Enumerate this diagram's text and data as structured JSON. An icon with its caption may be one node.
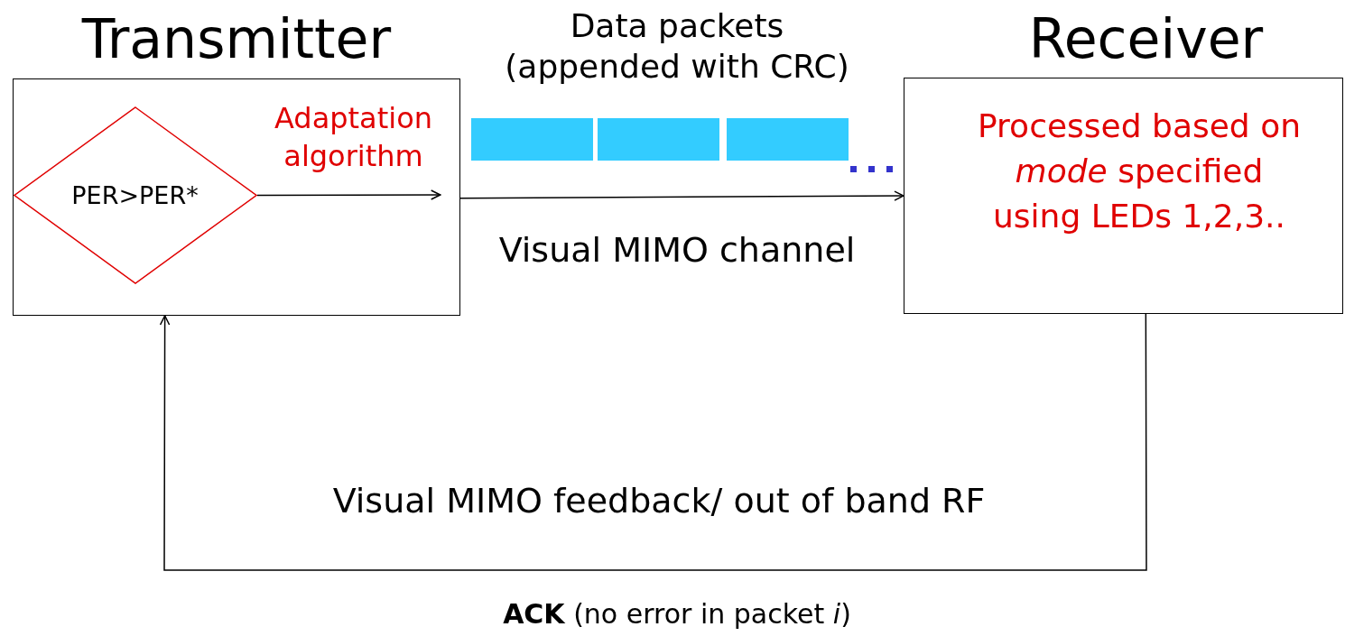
{
  "diagram": {
    "nodes": [
      {
        "text": [
          "Transmitter"
        ]
      },
      {
        "text": [
          "PER>PER*"
        ],
        "in": 0
      },
      {
        "text": [
          "Adaptation algorithm"
        ],
        "in": 0
      },
      {
        "text": [
          "Receiver",
          "Processed based on *mode* specified using LEDs 1,2,3.."
        ]
      }
    ],
    "edges": [
      {
        "from": 1,
        "to": 2,
        "arrow": "to"
      },
      {
        "from": 0,
        "to": 3,
        "arrow": "to",
        "label": "Visual MIMO channel"
      },
      {
        "from": 3,
        "to": 0,
        "arrow": "to",
        "label": "Visual MIMO feedback/ out of band RF"
      }
    ],
    "labels": [
      "Data packets (appended with CRC)",
      "**ACK** (no error in packet *i*)"
    ]
  }
}
